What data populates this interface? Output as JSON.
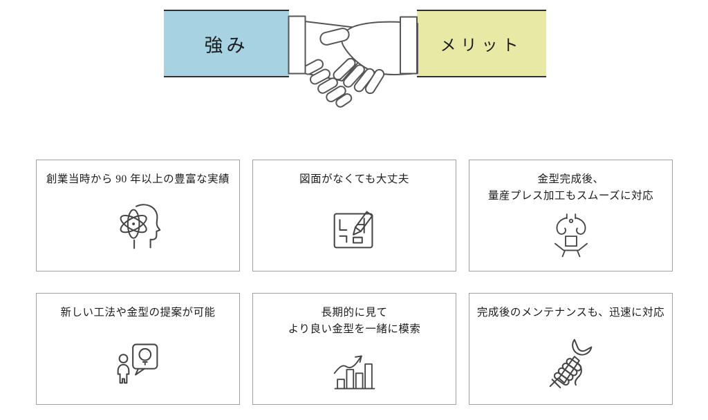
{
  "banner": {
    "strength_label": "強み",
    "merit_label": "メリット",
    "strength_color": "#a6d2e2",
    "merit_color": "#e8e9a5",
    "handshake_icon": "handshake-icon"
  },
  "features": [
    {
      "line1": "創業当時から 90 年以上の豊富な実績",
      "icon": "mind-atom-icon"
    },
    {
      "line1": "図面がなくても大丈夫",
      "icon": "blueprint-pencil-icon"
    },
    {
      "line1": "金型完成後、",
      "line2": "量産プレス加工もスムーズに対応",
      "icon": "press-claw-icon"
    },
    {
      "line1": "新しい工法や金型の提案が可能",
      "icon": "proposal-idea-bubble-icon"
    },
    {
      "line1": "長期的に見て",
      "line2": "より良い金型を一緒に模索",
      "icon": "growth-chart-icon"
    },
    {
      "line1": "完成後のメンテナンスも、迅速に対応",
      "icon": "wrench-hand-icon"
    }
  ]
}
